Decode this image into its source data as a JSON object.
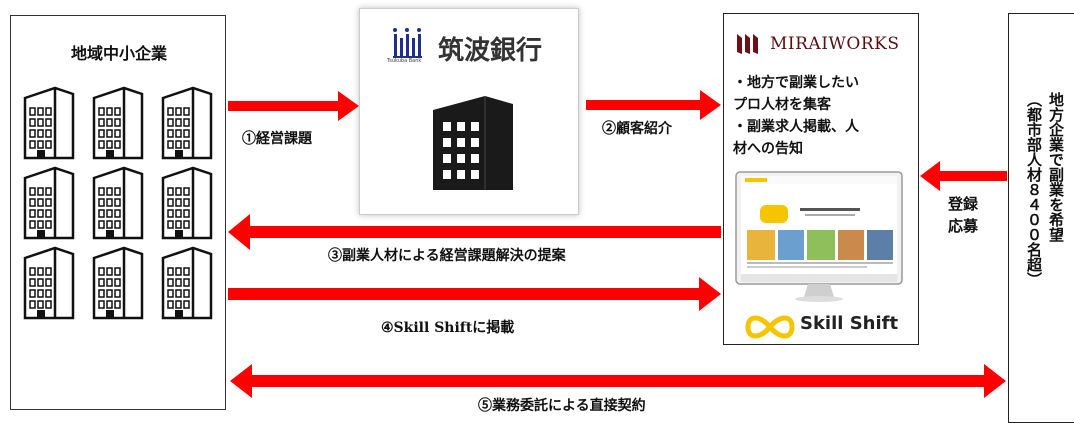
{
  "left": {
    "title": "地域中小企業",
    "building_count": 9
  },
  "bank": {
    "name": "筑波銀行",
    "sub": "Tsukuba Bank"
  },
  "mirai": {
    "logo": "MIRAIWORKS",
    "lines": [
      "・地方で副業したい",
      "プロ人材を集客",
      "・副業求人掲載、人",
      "材への告知"
    ],
    "product": "Skill Shift"
  },
  "right": {
    "col1": "地方企業で副業を希望",
    "col2": "（都市部人材８４００名超）"
  },
  "flows": {
    "step1": "①経営課題",
    "step2": "②顧客紹介",
    "step3": "③副業人材による経営課題解決の提案",
    "step4": "④Skill Shiftに掲載",
    "step5": "⑤業務委託による直接契約",
    "register1": "登録",
    "register2": "応募"
  },
  "colors": {
    "arrow": "#ff0000",
    "bank_icon": "#1e2f8f",
    "mirai_brand": "#6d1016",
    "skill_yellow": "#f5c500"
  }
}
